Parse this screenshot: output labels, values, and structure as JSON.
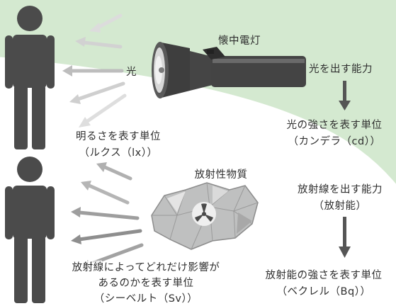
{
  "colors": {
    "background_accent": "#d4e9d0",
    "figure": "#4b4b4b",
    "arrow_light": "#c4c4c4",
    "arrow_mid": "#a4a4a4",
    "arrow_dark": "#3c3c3c"
  },
  "top": {
    "flashlight_label": "懐中電灯",
    "light_label": "光",
    "brightness_unit_line1": "明るさを表す単位",
    "brightness_unit_line2": "（ルクス（lx））",
    "ability_label": "光を出す能力",
    "intensity_line1": "光の強さを表す単位",
    "intensity_line2": "（カンデラ（cd））"
  },
  "bottom": {
    "substance_label": "放射性物質",
    "ability_line1": "放射線を出す能力",
    "ability_line2": "（放射能）",
    "strength_line1": "放射能の強さを表す単位",
    "strength_line2": "（ベクレル（Bq））",
    "effect_line1": "放射線によってどれだけ影響が",
    "effect_line2": "あるのかを表す単位",
    "effect_line3": "（シーベルト（Sv））"
  },
  "icons": [
    "person-icon",
    "flashlight-icon",
    "radioactive-rock-icon",
    "down-arrow-icon"
  ]
}
